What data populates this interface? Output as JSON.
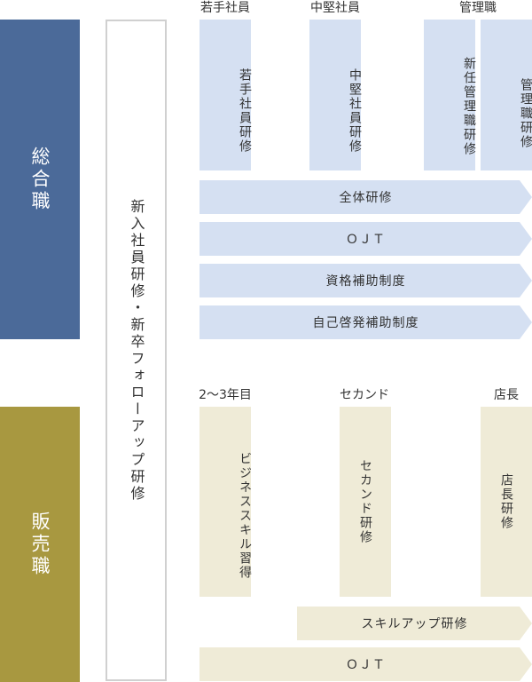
{
  "categories": {
    "general": "総合職",
    "sales": "販売職"
  },
  "new_hire": "新入社員研修・新卒フォローアップ研修",
  "general": {
    "headers": {
      "young": "若手社員",
      "mid": "中堅社員",
      "manager": "管理職"
    },
    "columns": {
      "young": "若手社員研修",
      "mid": "中堅社員研修",
      "new_manager": "新任管理職研修",
      "manager": "管理職研修"
    },
    "arrows": [
      "全体研修",
      "ＯＪＴ",
      "資格補助制度",
      "自己啓発補助制度"
    ]
  },
  "sales": {
    "headers": {
      "year23": "2～3年目",
      "second": "セカンド",
      "store_manager": "店長"
    },
    "columns": {
      "business": "ビジネススキル習得",
      "second": "セカンド研修",
      "store_manager": "店長研修"
    },
    "arrows": [
      "スキルアップ研修",
      "ＯＪＴ"
    ]
  },
  "colors": {
    "general_category": "#4b6a99",
    "sales_category": "#a89840",
    "general_box": "#d5e0f2",
    "sales_box": "#efebd7"
  }
}
